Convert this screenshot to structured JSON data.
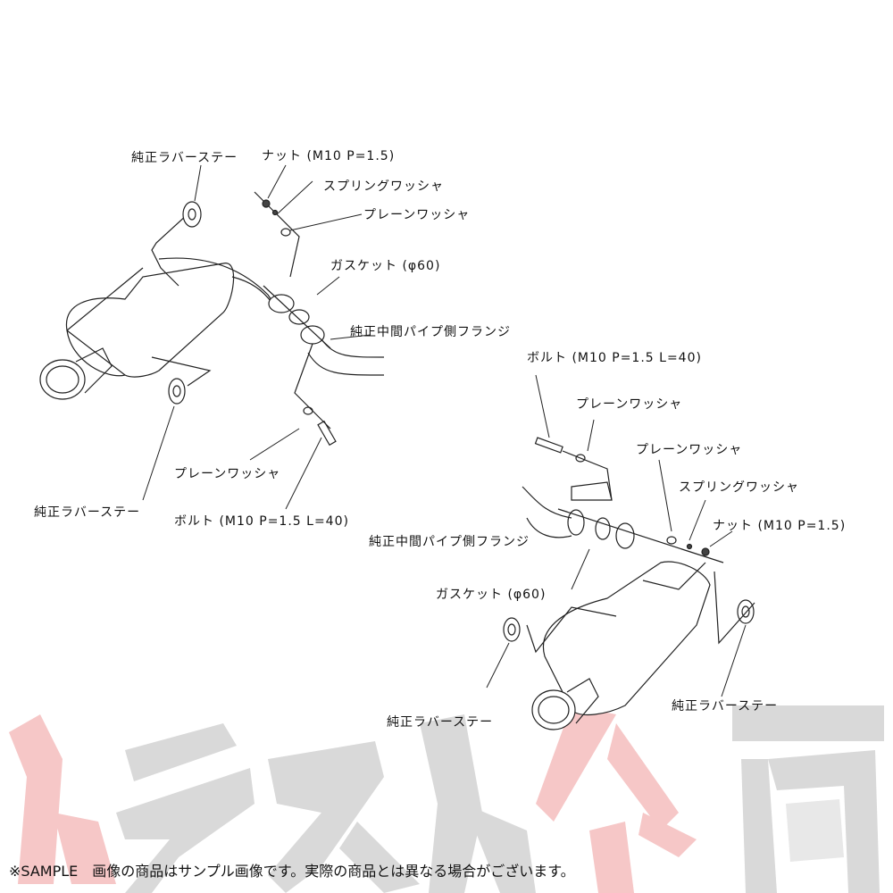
{
  "watermark": {
    "text": "トラスト企画",
    "colors": {
      "red": "#f6c7c7",
      "gray": "#d9d9d9"
    }
  },
  "left_assembly": {
    "labels": {
      "rubber_stay_top": "純正ラバーステー",
      "nut": "ナット (M10 P=1.5)",
      "spring_washer": "スプリングワッシャ",
      "plain_washer_top": "プレーンワッシャ",
      "gasket": "ガスケット (φ60)",
      "mid_pipe_flange": "純正中間パイプ側フランジ",
      "plain_washer_bottom": "プレーンワッシャ",
      "rubber_stay_bottom": "純正ラバーステー",
      "bolt": "ボルト (M10 P=1.5 L=40)"
    }
  },
  "right_assembly": {
    "labels": {
      "bolt": "ボルト (M10 P=1.5 L=40)",
      "plain_washer_1": "プレーンワッシャ",
      "plain_washer_2": "プレーンワッシャ",
      "spring_washer": "スプリングワッシャ",
      "nut": "ナット (M10 P=1.5)",
      "mid_pipe_flange": "純正中間パイプ側フランジ",
      "gasket": "ガスケット (φ60)",
      "rubber_stay_left": "純正ラバーステー",
      "rubber_stay_right": "純正ラバーステー"
    }
  },
  "footer": {
    "disclaimer": "※SAMPLE　画像の商品はサンプル画像です。実際の商品とは異なる場合がございます。"
  }
}
